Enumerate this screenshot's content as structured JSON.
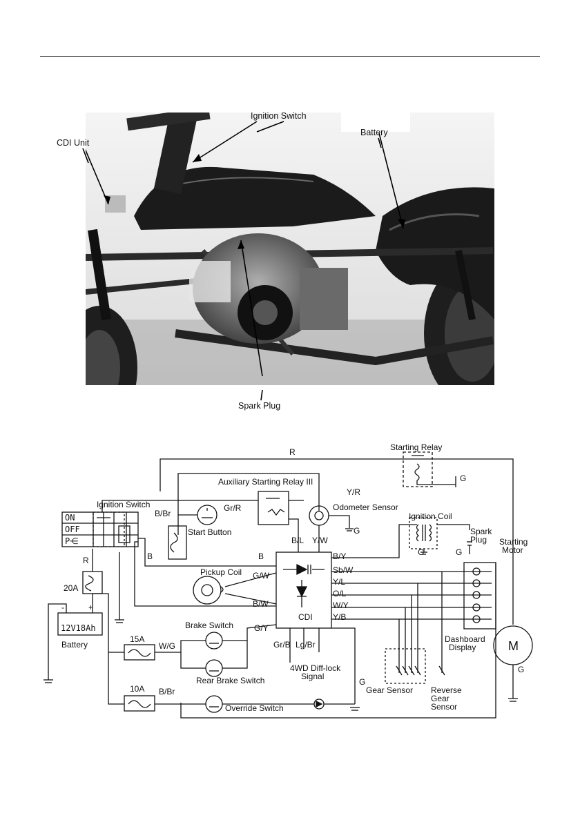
{
  "photo": {
    "labels": {
      "cdi": "CDI Unit",
      "ignition": "Ignition Switch",
      "battery": "Battery",
      "spark": "Spark Plug"
    }
  },
  "diagram": {
    "components": {
      "starting_relay": "Starting Relay",
      "aux_relay": "Auxiliary Starting Relay III",
      "ignition_switch": "Ignition Switch",
      "odometer": "Odometer Sensor",
      "ignition_coil": "Ignition Coil",
      "spark_plug_1": "Spark",
      "spark_plug_2": "Plug",
      "starting_motor_1": "Starting",
      "starting_motor_2": "Motor",
      "start_button": "Start Button",
      "pickup_coil": "Pickup Coil",
      "battery_rating": "12V18Ah",
      "battery": "Battery",
      "brake_switch": "Brake Switch",
      "rear_brake_switch": "Rear Brake Switch",
      "override_switch": "Override Switch",
      "cdi": "CDI",
      "dashboard_1": "Dashboard",
      "dashboard_2": "Display",
      "gear_sensor": "Gear Sensor",
      "reverse_1": "Reverse",
      "reverse_2": "Gear",
      "reverse_3": "Sensor",
      "diff_1": "4WD Diff-lock",
      "diff_2": "Signal",
      "motor_symbol": "M"
    },
    "switch_positions": [
      "ON",
      "OFF",
      "P⋲"
    ],
    "fuses": {
      "f20": "20A",
      "f15": "15A",
      "f10": "10A"
    },
    "wires": {
      "r_top": "R",
      "r_fuse": "R",
      "b_br_1": "B/Br",
      "gr_r": "Gr/R",
      "y_r": "Y/R",
      "b_1": "B",
      "b_2": "B",
      "b_l": "B/L",
      "y_w": "Y/W",
      "g_w": "G/W",
      "b_w": "B/W",
      "g_y": "G/Y",
      "w_g": "W/G",
      "b_br_2": "B/Br",
      "gr_b": "Gr/B",
      "lg_br": "Lg/Br",
      "b_y": "B/Y",
      "sb_w": "Sb/W",
      "y_l": "Y/L",
      "o_l": "O/L",
      "w_y": "W/Y",
      "y_b": "Y/B"
    },
    "grounds": {
      "g_relay": "G",
      "g_odo": "G",
      "g_coil": "G",
      "g_plug": "G",
      "g_motor": "G",
      "g_cdi": "G"
    },
    "battery_terminals": {
      "neg": "-",
      "pos": "+"
    }
  }
}
